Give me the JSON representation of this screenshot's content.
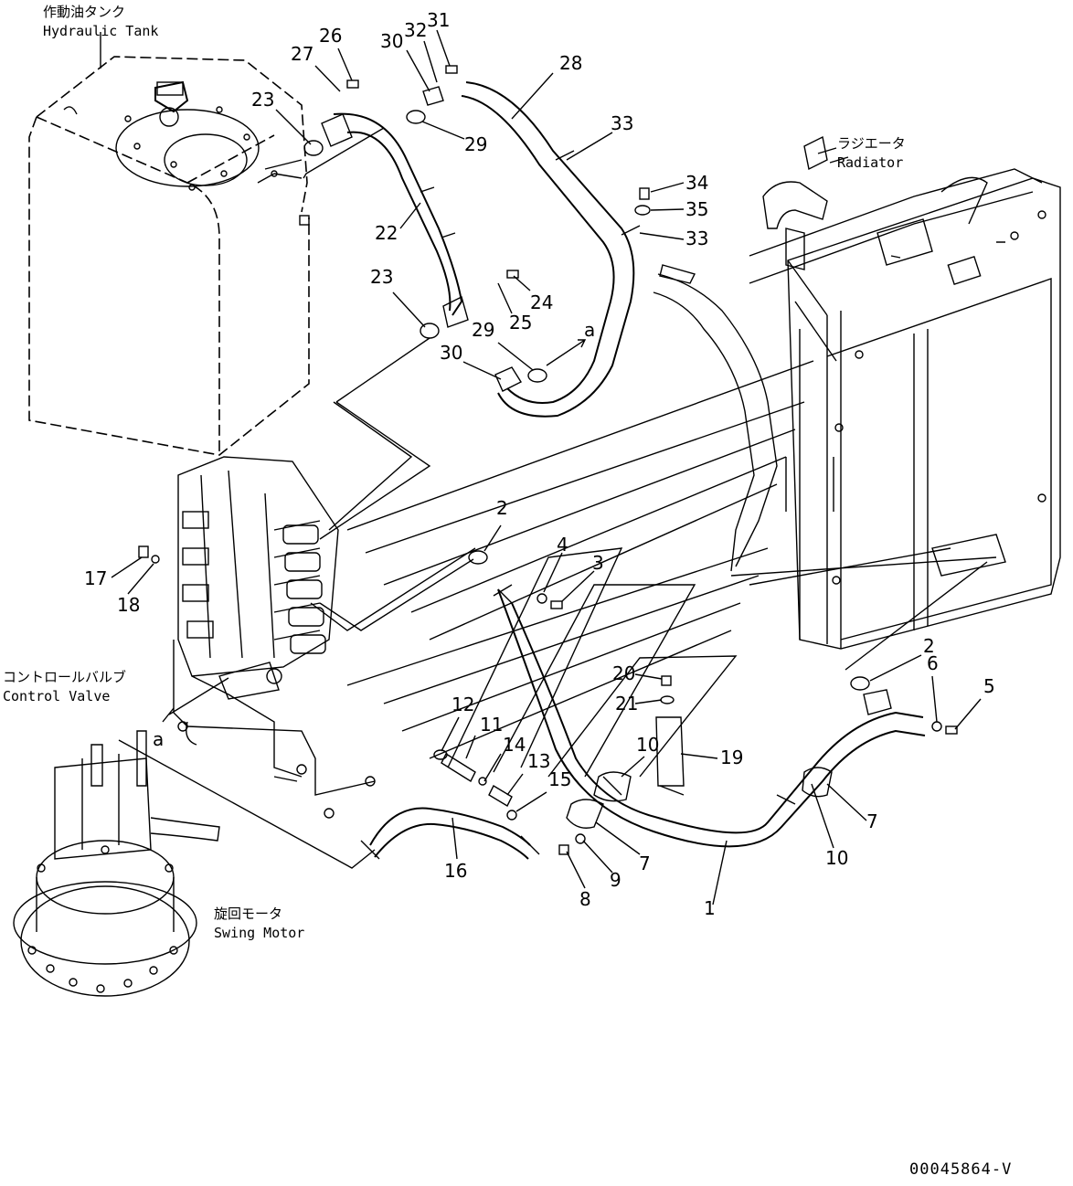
{
  "components": {
    "hydraulic_tank": {
      "jp": "作動油タンク",
      "en": "Hydraulic Tank"
    },
    "radiator": {
      "jp": "ラジエータ",
      "en": "Radiator"
    },
    "control_valve": {
      "jp": "コントロールバルブ",
      "en": "Control Valve"
    },
    "swing_motor": {
      "jp": "旋回モータ",
      "en": "Swing Motor"
    }
  },
  "callouts": {
    "c1": "1",
    "c2a": "2",
    "c2b": "2",
    "c3": "3",
    "c4": "4",
    "c5": "5",
    "c6": "6",
    "c7a": "7",
    "c7b": "7",
    "c8": "8",
    "c9": "9",
    "c10a": "10",
    "c10b": "10",
    "c11": "11",
    "c12": "12",
    "c13": "13",
    "c14": "14",
    "c15": "15",
    "c16": "16",
    "c17": "17",
    "c18": "18",
    "c19": "19",
    "c20": "20",
    "c21": "21",
    "c22": "22",
    "c23a": "23",
    "c23b": "23",
    "c24": "24",
    "c25": "25",
    "c26": "26",
    "c27": "27",
    "c28": "28",
    "c29a": "29",
    "c29b": "29",
    "c30a": "30",
    "c30b": "30",
    "c31": "31",
    "c32": "32",
    "c33a": "33",
    "c33b": "33",
    "c34": "34",
    "c35": "35"
  },
  "connection_marks": {
    "a1": "a",
    "a2": "a"
  },
  "doc_number": "00045864-V"
}
